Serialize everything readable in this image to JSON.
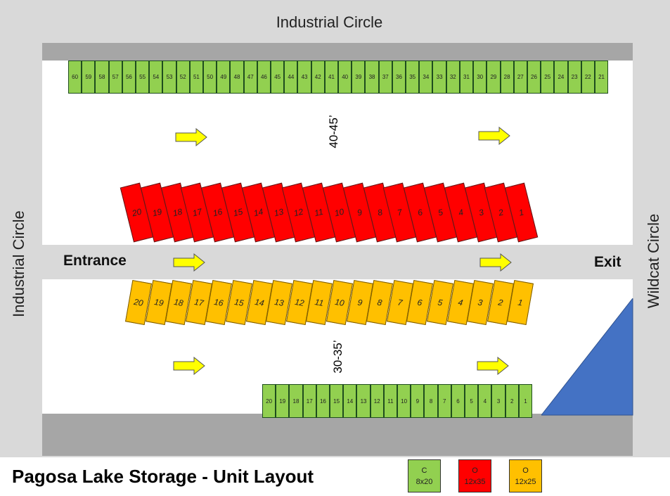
{
  "streets": {
    "top": "Industrial Circle",
    "left": "Industrial Circle",
    "right": "Wildcat Circle"
  },
  "labels": {
    "entrance": "Entrance",
    "exit": "Exit",
    "upper_width": "40-45’",
    "lower_width": "30-35’"
  },
  "title": "Pagosa Lake Storage - Unit Layout",
  "top_row_units": [
    "60",
    "59",
    "58",
    "57",
    "56",
    "55",
    "54",
    "53",
    "52",
    "51",
    "50",
    "49",
    "48",
    "47",
    "46",
    "45",
    "44",
    "43",
    "42",
    "41",
    "40",
    "39",
    "38",
    "37",
    "36",
    "35",
    "34",
    "33",
    "32",
    "31",
    "30",
    "29",
    "28",
    "27",
    "26",
    "25",
    "24",
    "23",
    "22",
    "21"
  ],
  "red_units": [
    "20",
    "19",
    "18",
    "17",
    "16",
    "15",
    "14",
    "13",
    "12",
    "11",
    "10",
    "9",
    "8",
    "7",
    "6",
    "5",
    "4",
    "3",
    "2",
    "1"
  ],
  "orange_units": [
    "20",
    "19",
    "18",
    "17",
    "16",
    "15",
    "14",
    "13",
    "12",
    "11",
    "10",
    "9",
    "8",
    "7",
    "6",
    "5",
    "4",
    "3",
    "2",
    "1"
  ],
  "bottom_row_units": [
    "20",
    "19",
    "18",
    "17",
    "16",
    "15",
    "14",
    "13",
    "12",
    "11",
    "10",
    "9",
    "8",
    "7",
    "6",
    "5",
    "4",
    "3",
    "2",
    "1"
  ],
  "legend": [
    {
      "type": "C",
      "size": "8x20",
      "color": "#92d050"
    },
    {
      "type": "O",
      "size": "12x35",
      "color": "#ff0000"
    },
    {
      "type": "O",
      "size": "12x25",
      "color": "#ffc000"
    }
  ]
}
